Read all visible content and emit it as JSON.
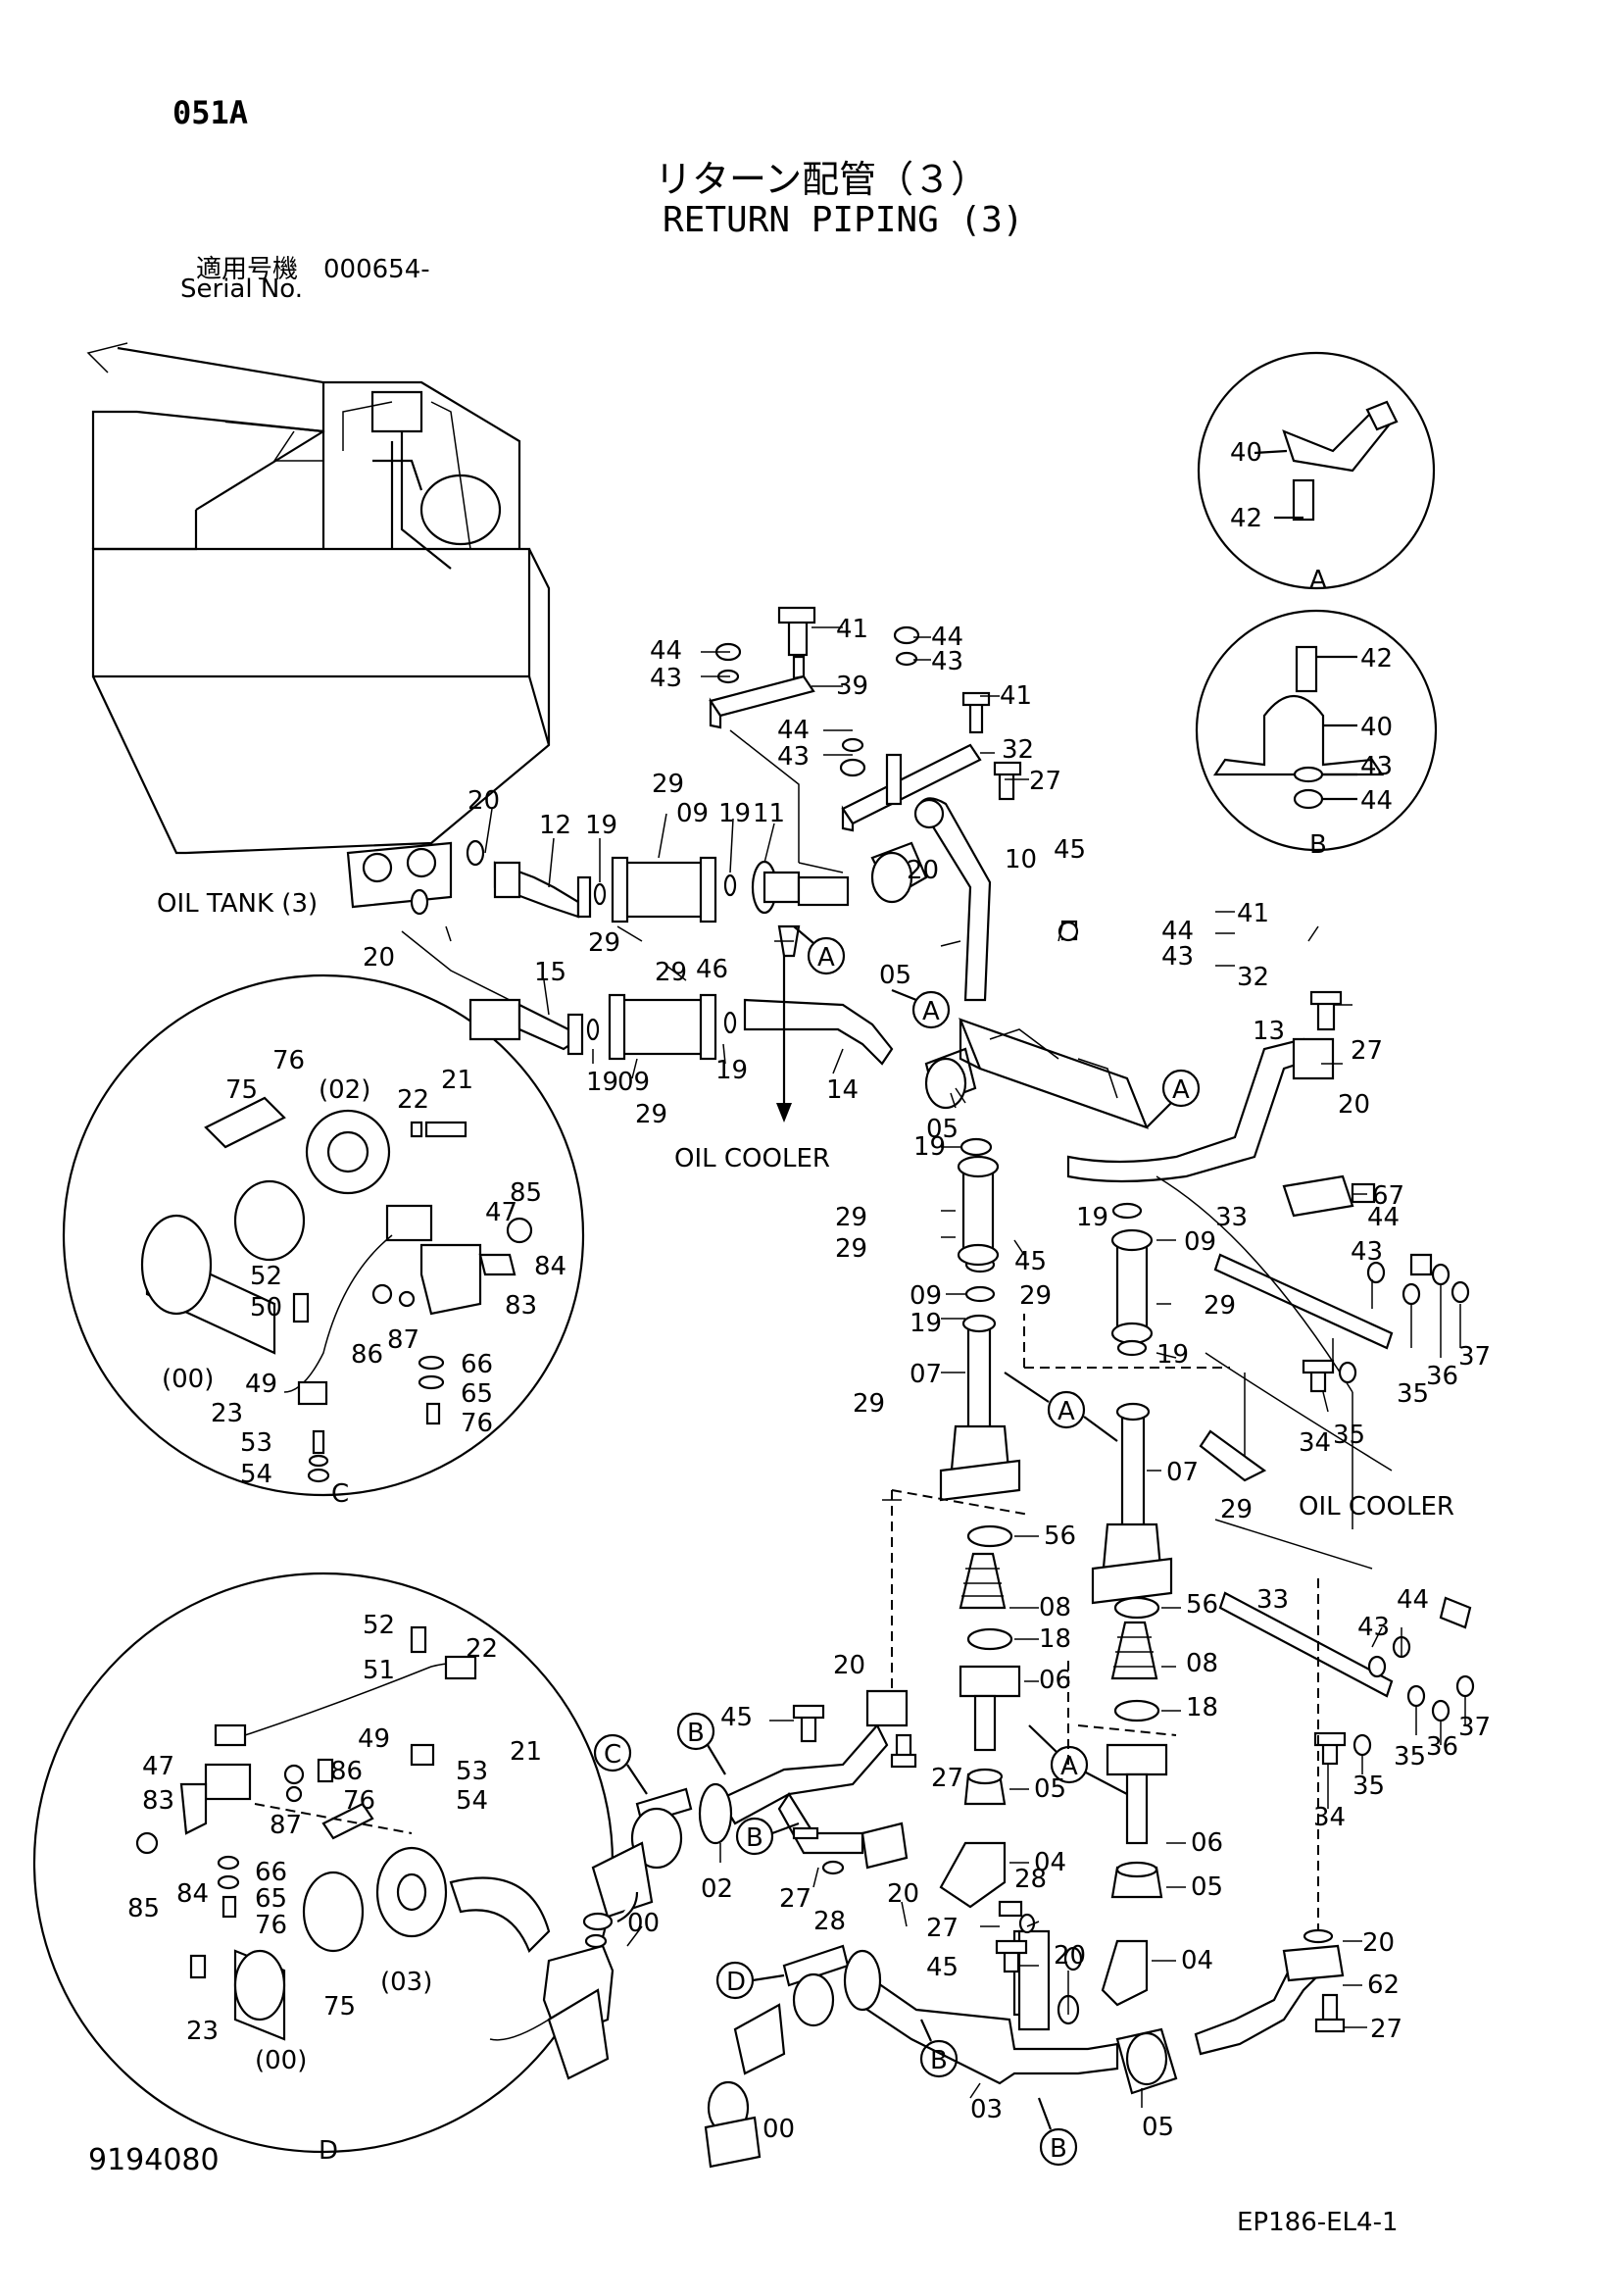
{
  "header": {
    "page_code": "051A",
    "title_jp": "リターン配管（３）",
    "title_en": "RETURN PIPING (3)",
    "serial_label_jp": "適用号機　000654-",
    "serial_label_en": "Serial No."
  },
  "footer": {
    "drawing_number": "9194080",
    "reference_code": "EP186-EL4-1"
  },
  "labels": {
    "oil_tank": "OIL TANK (3)",
    "oil_cooler_1": "OIL COOLER",
    "oil_cooler_2": "OIL COOLER"
  },
  "details": {
    "A": "A",
    "B": "B",
    "C": "C",
    "D": "D"
  },
  "part_numbers": {
    "p00": "00",
    "p02": "02",
    "p03": "03",
    "p04": "04",
    "p05": "05",
    "p06": "06",
    "p07": "07",
    "p08": "08",
    "p09": "09",
    "p10": "10",
    "p11": "11",
    "p12": "12",
    "p13": "13",
    "p14": "14",
    "p15": "15",
    "p18": "18",
    "p19": "19",
    "p20": "20",
    "p21": "21",
    "p22": "22",
    "p23": "23",
    "p27": "27",
    "p28": "28",
    "p29": "29",
    "p32": "32",
    "p33": "33",
    "p34": "34",
    "p35": "35",
    "p36": "36",
    "p37": "37",
    "p39": "39",
    "p40": "40",
    "p41": "41",
    "p42": "42",
    "p43": "43",
    "p44": "44",
    "p45": "45",
    "p46": "46",
    "p47": "47",
    "p49": "49",
    "p50": "50",
    "p51": "51",
    "p52": "52",
    "p53": "53",
    "p54": "54",
    "p56": "56",
    "p62": "62",
    "p65": "65",
    "p66": "66",
    "p67": "67",
    "p75": "75",
    "p76": "76",
    "p83": "83",
    "p84": "84",
    "p85": "85",
    "p86": "86",
    "p87": "87",
    "p00b": "(00)",
    "p02b": "(02)",
    "p03b": "(03)"
  }
}
